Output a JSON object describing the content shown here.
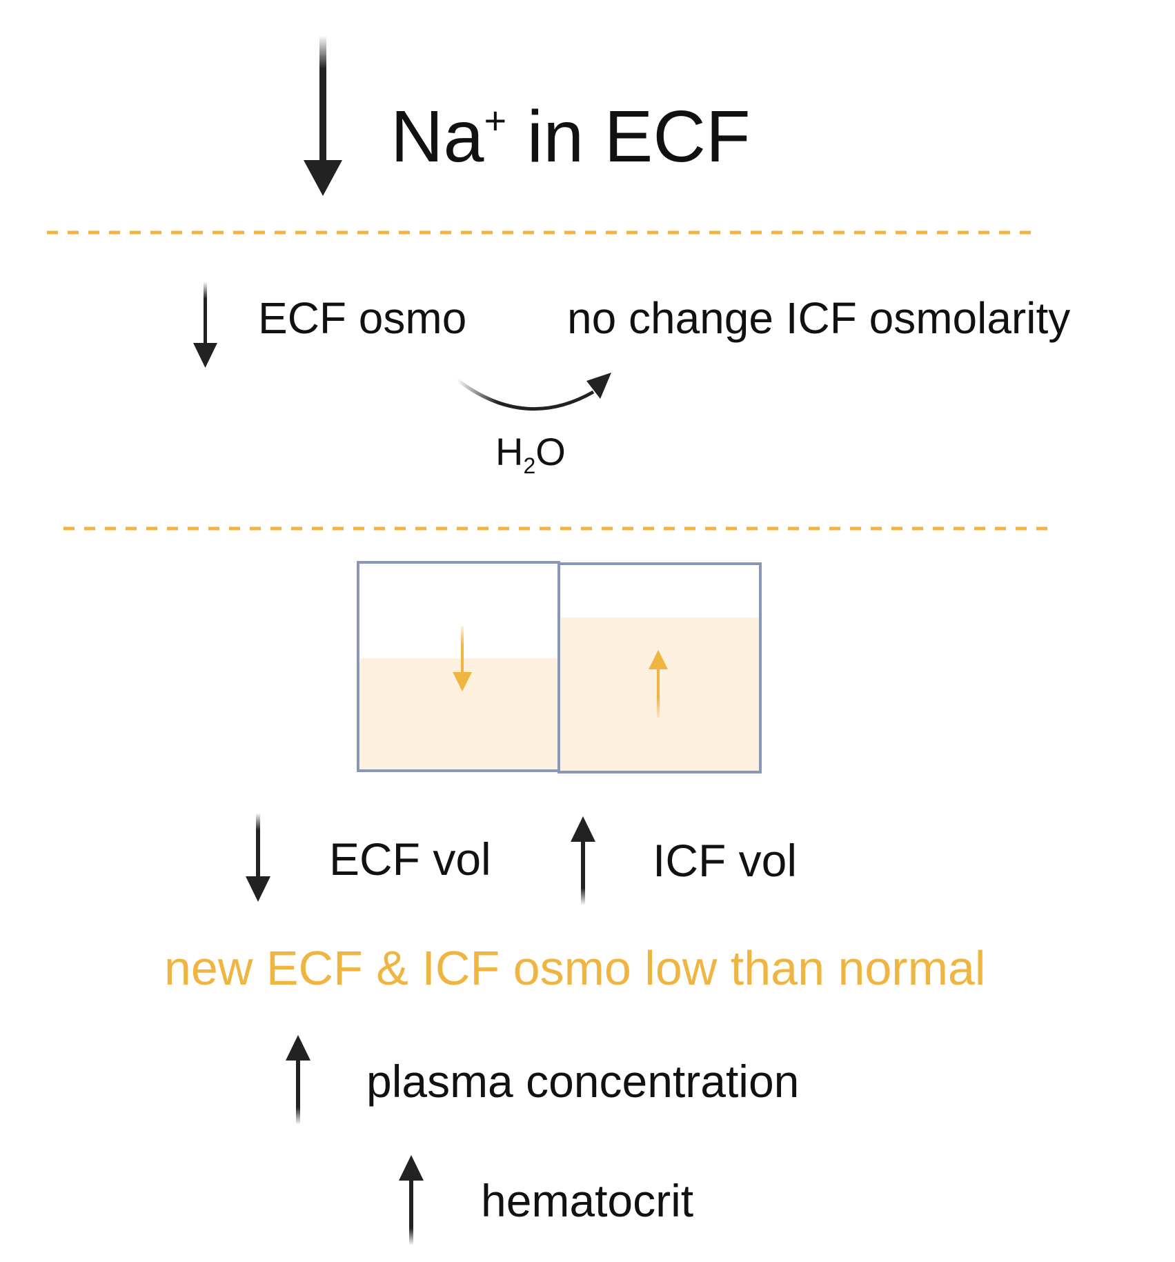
{
  "title": {
    "prefix": "Na",
    "superscript": "+",
    "suffix": " in ECF"
  },
  "step1": {
    "ecf_label": "ECF osmo",
    "icf_label": "no change ICF osmolarity",
    "water_main": "H",
    "water_sub": "2",
    "water_tail": "O"
  },
  "step2": {
    "ecf_label": "ECF vol",
    "icf_label": "ICF vol",
    "ecf_level_fraction": 0.54,
    "icf_level_fraction": 0.73
  },
  "conclusion": "new ECF & ICF osmo low than normal",
  "effects": {
    "plasma": "plasma concentration",
    "hematocrit": "hematocrit"
  },
  "colors": {
    "text": "#111111",
    "arrow": "#222222",
    "accent": "#f0b440",
    "fluid": "#fdf0df",
    "box_border": "#8a96b8"
  },
  "icons": {
    "decrease": "down-arrow-icon",
    "increase": "up-arrow-icon",
    "flow": "curved-arrow-icon"
  }
}
